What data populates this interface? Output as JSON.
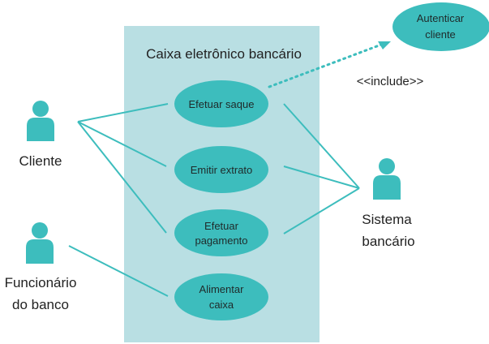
{
  "system_boundary": {
    "title": "Caixa eletrônico bancário"
  },
  "actors": {
    "cliente": {
      "label_lines": [
        "Cliente"
      ]
    },
    "funcionario": {
      "label_lines": [
        "Funcionário",
        "do banco"
      ]
    },
    "sistema": {
      "label_lines": [
        "Sistema",
        "bancário"
      ]
    }
  },
  "use_cases": {
    "efetuar_saque": {
      "label_lines": [
        "Efetuar saque"
      ]
    },
    "emitir_extrato": {
      "label_lines": [
        "Emitir extrato"
      ]
    },
    "efetuar_pagamento": {
      "label_lines": [
        "Efetuar",
        "pagamento"
      ]
    },
    "alimentar_caixa": {
      "label_lines": [
        "Alimentar",
        "caixa"
      ]
    },
    "autenticar_cliente": {
      "label_lines": [
        "Autenticar",
        "cliente"
      ]
    }
  },
  "relations": {
    "include_label": "<<include>>"
  },
  "colors": {
    "teal": "#3dbdbd",
    "boundary_fill": "#b9dfe3",
    "line": "#3dbdbd"
  },
  "icons": {
    "actor": "person-icon"
  }
}
